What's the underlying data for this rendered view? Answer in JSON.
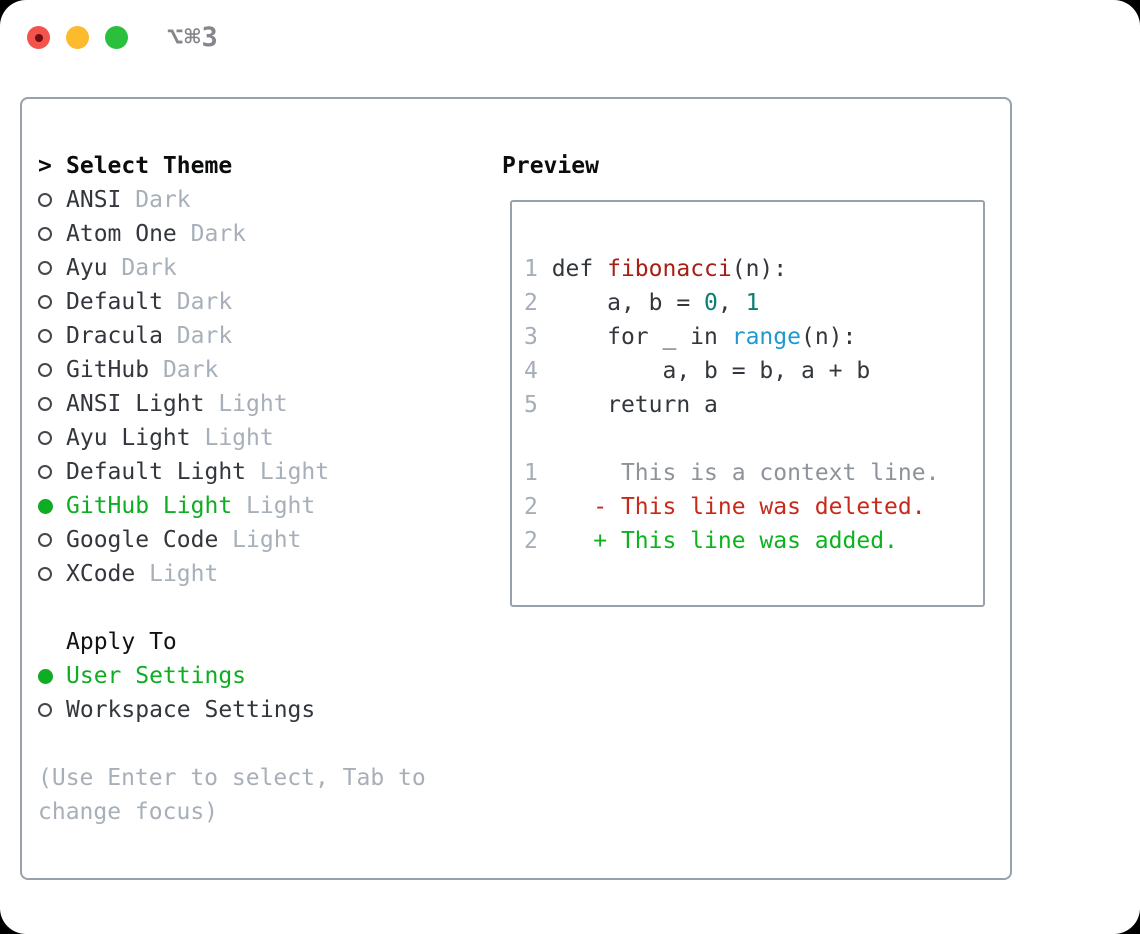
{
  "window": {
    "title": "⌥⌘3",
    "traffic_lights": [
      "close",
      "minimize",
      "zoom"
    ]
  },
  "colors": {
    "accent_green": "#0fad23",
    "added_green": "#0db31f",
    "deleted_red": "#c9291a",
    "function_red": "#a81e13",
    "number_teal": "#0b7d73",
    "builtin_blue": "#1e9ad1",
    "dim_gray": "#a7afb9",
    "line_number_gray": "#a4adb8",
    "context_gray": "#8d9399",
    "text_dark": "#33373d",
    "heading_black": "#0b0c0d",
    "border_gray": "#99a2ac",
    "light_red": "#f4524c",
    "light_yellow": "#fcbb2d",
    "light_green": "#2ac03e"
  },
  "theme_panel": {
    "header": {
      "prompt": ">",
      "label": "Select Theme"
    },
    "themes": [
      {
        "label": "ANSI",
        "variant": "Dark",
        "selected": false
      },
      {
        "label": "Atom One",
        "variant": "Dark",
        "selected": false
      },
      {
        "label": "Ayu",
        "variant": "Dark",
        "selected": false
      },
      {
        "label": "Default",
        "variant": "Dark",
        "selected": false
      },
      {
        "label": "Dracula",
        "variant": "Dark",
        "selected": false
      },
      {
        "label": "GitHub",
        "variant": "Dark",
        "selected": false
      },
      {
        "label": "ANSI Light",
        "variant": "Light",
        "selected": false
      },
      {
        "label": "Ayu Light",
        "variant": "Light",
        "selected": false
      },
      {
        "label": "Default Light",
        "variant": "Light",
        "selected": false
      },
      {
        "label": "GitHub Light",
        "variant": "Light",
        "selected": true
      },
      {
        "label": "Google Code",
        "variant": "Light",
        "selected": false
      },
      {
        "label": "XCode",
        "variant": "Light",
        "selected": false
      }
    ],
    "apply_to": {
      "label": "Apply To",
      "options": [
        {
          "label": "User Settings",
          "selected": true
        },
        {
          "label": "Workspace Settings",
          "selected": false
        }
      ]
    },
    "help_lines": [
      "(Use Enter to select, Tab to",
      "change focus)"
    ]
  },
  "preview": {
    "label": "Preview",
    "code_lines": [
      {
        "name": "code-line-1",
        "segments": [
          {
            "t": "1",
            "c": "ln"
          },
          {
            "t": " def ",
            "c": "pl"
          },
          {
            "t": "fibonacci",
            "c": "fn"
          },
          {
            "t": "(n):",
            "c": "pl"
          }
        ]
      },
      {
        "name": "code-line-2",
        "segments": [
          {
            "t": "2",
            "c": "ln"
          },
          {
            "t": "     a, b = ",
            "c": "pl"
          },
          {
            "t": "0",
            "c": "num"
          },
          {
            "t": ", ",
            "c": "pl"
          },
          {
            "t": "1",
            "c": "num"
          }
        ]
      },
      {
        "name": "code-line-3",
        "segments": [
          {
            "t": "3",
            "c": "ln"
          },
          {
            "t": "     for _ in ",
            "c": "pl"
          },
          {
            "t": "range",
            "c": "bi"
          },
          {
            "t": "(n):",
            "c": "pl"
          }
        ]
      },
      {
        "name": "code-line-4",
        "segments": [
          {
            "t": "4",
            "c": "ln"
          },
          {
            "t": "         a, b = b, a + b",
            "c": "pl"
          }
        ]
      },
      {
        "name": "code-line-5",
        "segments": [
          {
            "t": "5",
            "c": "ln"
          },
          {
            "t": "     return a",
            "c": "pl"
          }
        ]
      },
      {
        "name": "blank-line",
        "segments": []
      },
      {
        "name": "diff-line-context",
        "segments": [
          {
            "t": "1",
            "c": "ln"
          },
          {
            "t": "      ",
            "c": "pl"
          },
          {
            "t": "This is a context line.",
            "c": "ctx"
          }
        ]
      },
      {
        "name": "diff-line-deleted",
        "segments": [
          {
            "t": "2",
            "c": "ln"
          },
          {
            "t": "    ",
            "c": "pl"
          },
          {
            "t": "- This line was deleted.",
            "c": "del"
          }
        ]
      },
      {
        "name": "diff-line-added",
        "segments": [
          {
            "t": "2",
            "c": "ln"
          },
          {
            "t": "    ",
            "c": "pl"
          },
          {
            "t": "+ This line was added.",
            "c": "add"
          }
        ]
      }
    ]
  }
}
